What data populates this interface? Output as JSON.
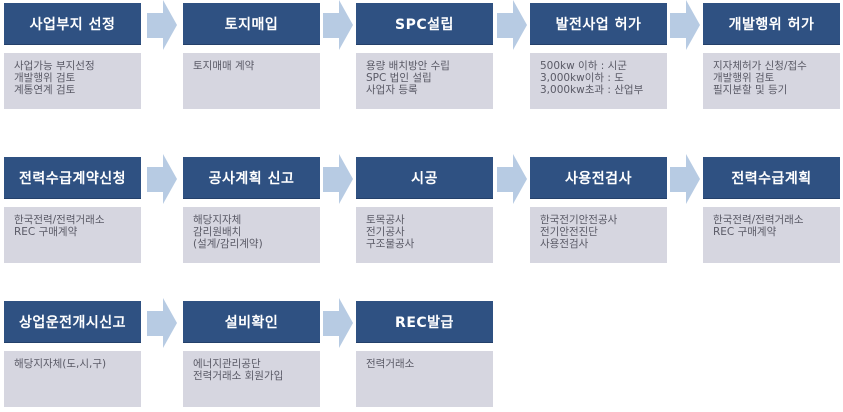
{
  "colors": {
    "header_bg": "#2f5182",
    "header_text": "#ffffff",
    "body_bg": "#d6d6e0",
    "body_text": "#5a5a66",
    "arrow": "#b7cbe3"
  },
  "rows": [
    {
      "steps": [
        {
          "title": "사업부지 선정",
          "lines": [
            "사업가능 부지선정",
            "개발행위 검토",
            "계통연계 검토"
          ]
        },
        {
          "title": "토지매입",
          "lines": [
            "토지매매 계약"
          ]
        },
        {
          "title": "SPC설립",
          "lines": [
            "용량 배치방안 수립",
            "SPC 법인 설립",
            "사업자 등록"
          ]
        },
        {
          "title": "발전사업 허가",
          "lines": [
            "500kw  이하 : 시군",
            "3,000kw이하 : 도",
            "3,000kw초과 : 산업부"
          ]
        },
        {
          "title": "개발행위 허가",
          "lines": [
            "지자체허가 신청/접수",
            "개발행위 검토",
            "필지분할 및 등기"
          ]
        }
      ]
    },
    {
      "steps": [
        {
          "title": "전력수급계약신청",
          "lines": [
            "한국전력/전력거래소",
            "REC 구매계약"
          ]
        },
        {
          "title": "공사계획 신고",
          "lines": [
            "해당지자체",
            "감리원배치",
            "(설계/감리계약)"
          ]
        },
        {
          "title": "시공",
          "lines": [
            "토목공사",
            "전기공사",
            "구조물공사"
          ]
        },
        {
          "title": "사용전검사",
          "lines": [
            "한국전기안전공사",
            "전기안전진단",
            "사용전검사"
          ]
        },
        {
          "title": "전력수급계획",
          "lines": [
            "한국전력/전력거래소",
            "REC 구매계약"
          ]
        }
      ]
    },
    {
      "steps": [
        {
          "title": "상업운전개시신고",
          "lines": [
            "해당지자체(도,시,구)"
          ]
        },
        {
          "title": "설비확인",
          "lines": [
            "에너지관리공단",
            "전력거래소 회원가입"
          ]
        },
        {
          "title": "REC발급",
          "lines": [
            "전력거래소"
          ]
        }
      ]
    }
  ]
}
